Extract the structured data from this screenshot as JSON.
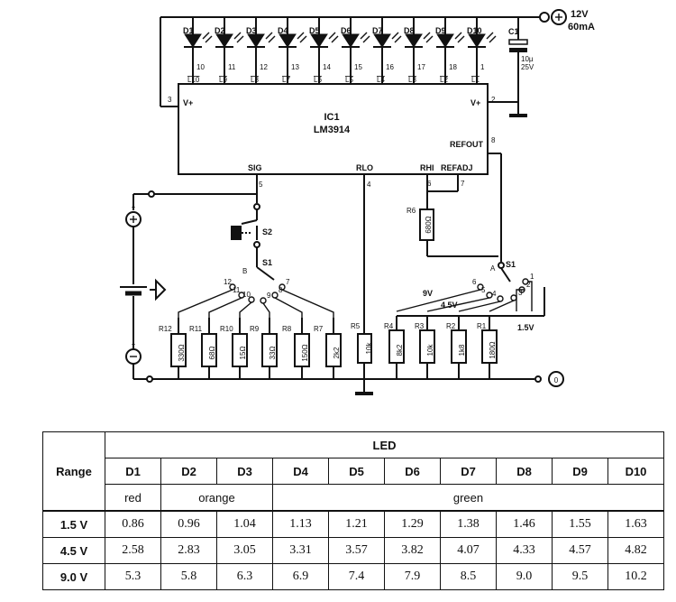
{
  "schematic": {
    "supply": {
      "voltage": "12V",
      "current": "60mA"
    },
    "capacitor": {
      "ref": "C1",
      "value1": "10µ",
      "value2": "25V"
    },
    "ic": {
      "ref": "IC1",
      "part": "LM3914"
    },
    "pins": {
      "vplus_left": "V+",
      "vplus_right": "V+",
      "sig": "SIG",
      "rlo": "RLO",
      "rhi": "RHI",
      "refadj": "REFADJ",
      "refout": "REFOUT",
      "n3": "3",
      "n2": "2",
      "n8": "8",
      "n5": "5",
      "n4": "4",
      "n6": "6",
      "n7": "7"
    },
    "leds": [
      {
        "ref": "D1",
        "pin": "10",
        "out": "L10"
      },
      {
        "ref": "D2",
        "pin": "11",
        "out": "L9"
      },
      {
        "ref": "D3",
        "pin": "12",
        "out": "L8"
      },
      {
        "ref": "D4",
        "pin": "13",
        "out": "L7"
      },
      {
        "ref": "D5",
        "pin": "14",
        "out": "L6"
      },
      {
        "ref": "D6",
        "pin": "15",
        "out": "L5"
      },
      {
        "ref": "D7",
        "pin": "16",
        "out": "L4"
      },
      {
        "ref": "D8",
        "pin": "17",
        "out": "L3"
      },
      {
        "ref": "D9",
        "pin": "18",
        "out": "L2"
      },
      {
        "ref": "D10",
        "pin": "1",
        "out": "L1"
      }
    ],
    "left_resistors": [
      {
        "ref": "R12",
        "value": "330Ω"
      },
      {
        "ref": "R11",
        "value": "68Ω"
      },
      {
        "ref": "R10",
        "value": "15Ω"
      },
      {
        "ref": "R9",
        "value": "33Ω"
      },
      {
        "ref": "R8",
        "value": "150Ω"
      },
      {
        "ref": "R7",
        "value": "2k2"
      }
    ],
    "r5": {
      "ref": "R5",
      "value": "10k"
    },
    "r6": {
      "ref": "R6",
      "value": "680Ω"
    },
    "right_resistors": [
      {
        "ref": "R4",
        "value": "8k2"
      },
      {
        "ref": "R3",
        "value": "10k"
      },
      {
        "ref": "R2",
        "value": "1k8"
      },
      {
        "ref": "R1",
        "value": "180Ω"
      }
    ],
    "switches": {
      "s2": "S2",
      "s1a": "S1",
      "s1b": "S1",
      "pole_b": "B",
      "pole_a": "A"
    },
    "switch_b_contacts": [
      "12",
      "11",
      "10",
      "9",
      "8",
      "7"
    ],
    "switch_a_contacts": [
      "6",
      "5",
      "4",
      "3",
      "2",
      "1"
    ],
    "range_labels": {
      "v9": "9V",
      "v45": "4.5V",
      "v15": "1.5V"
    },
    "terminals": {
      "plus": "+",
      "minus": "−",
      "zero": "0"
    }
  },
  "table": {
    "range_header": "Range",
    "led_header": "LED",
    "columns": [
      "D1",
      "D2",
      "D3",
      "D4",
      "D5",
      "D6",
      "D7",
      "D8",
      "D9",
      "D10"
    ],
    "colors": {
      "red": "red",
      "orange": "orange",
      "green": "green"
    },
    "rows": [
      {
        "range": "1.5 V",
        "values": [
          "0.86",
          "0.96",
          "1.04",
          "1.13",
          "1.21",
          "1.29",
          "1.38",
          "1.46",
          "1.55",
          "1.63"
        ]
      },
      {
        "range": "4.5 V",
        "values": [
          "2.58",
          "2.83",
          "3.05",
          "3.31",
          "3.57",
          "3.82",
          "4.07",
          "4.33",
          "4.57",
          "4.82"
        ]
      },
      {
        "range": "9.0 V",
        "values": [
          "5.3",
          "5.8",
          "6.3",
          "6.9",
          "7.4",
          "7.9",
          "8.5",
          "9.0",
          "9.5",
          "10.2"
        ]
      }
    ]
  }
}
